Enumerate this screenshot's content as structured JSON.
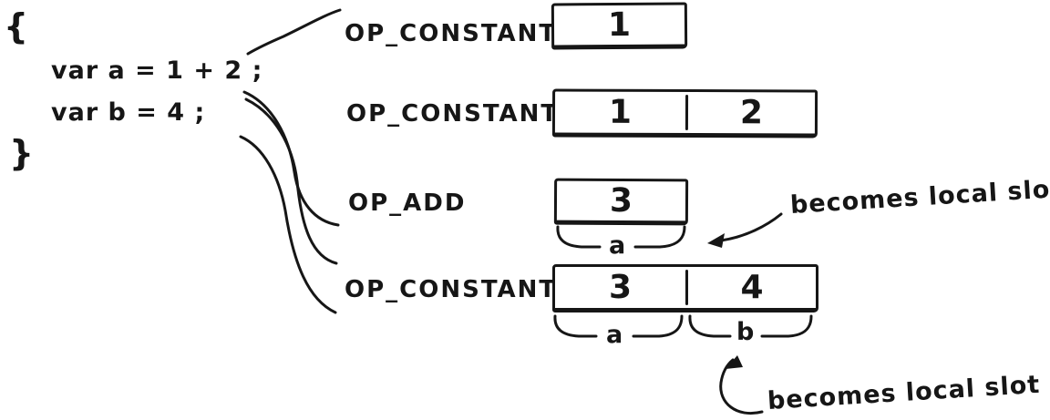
{
  "diagram": {
    "background": "#ffffff",
    "ink_color": "#161616"
  },
  "code_block": {
    "open_brace": "{",
    "line_a": "var a = 1 + 2 ;",
    "line_b": "var b = 4 ;",
    "close_brace": "}"
  },
  "instructions": [
    {
      "opcode": "OP_CONSTANT",
      "stack": [
        "1"
      ],
      "slots": []
    },
    {
      "opcode": "OP_CONSTANT",
      "stack": [
        "1",
        "2"
      ],
      "slots": []
    },
    {
      "opcode": "OP_ADD",
      "stack": [
        "3"
      ],
      "slots": [
        "a"
      ]
    },
    {
      "opcode": "OP_CONSTANT",
      "stack": [
        "3",
        "4"
      ],
      "slots": [
        "a",
        "b"
      ]
    }
  ],
  "annotations": [
    {
      "text": "becomes local slot"
    },
    {
      "text": "becomes local slot"
    }
  ]
}
